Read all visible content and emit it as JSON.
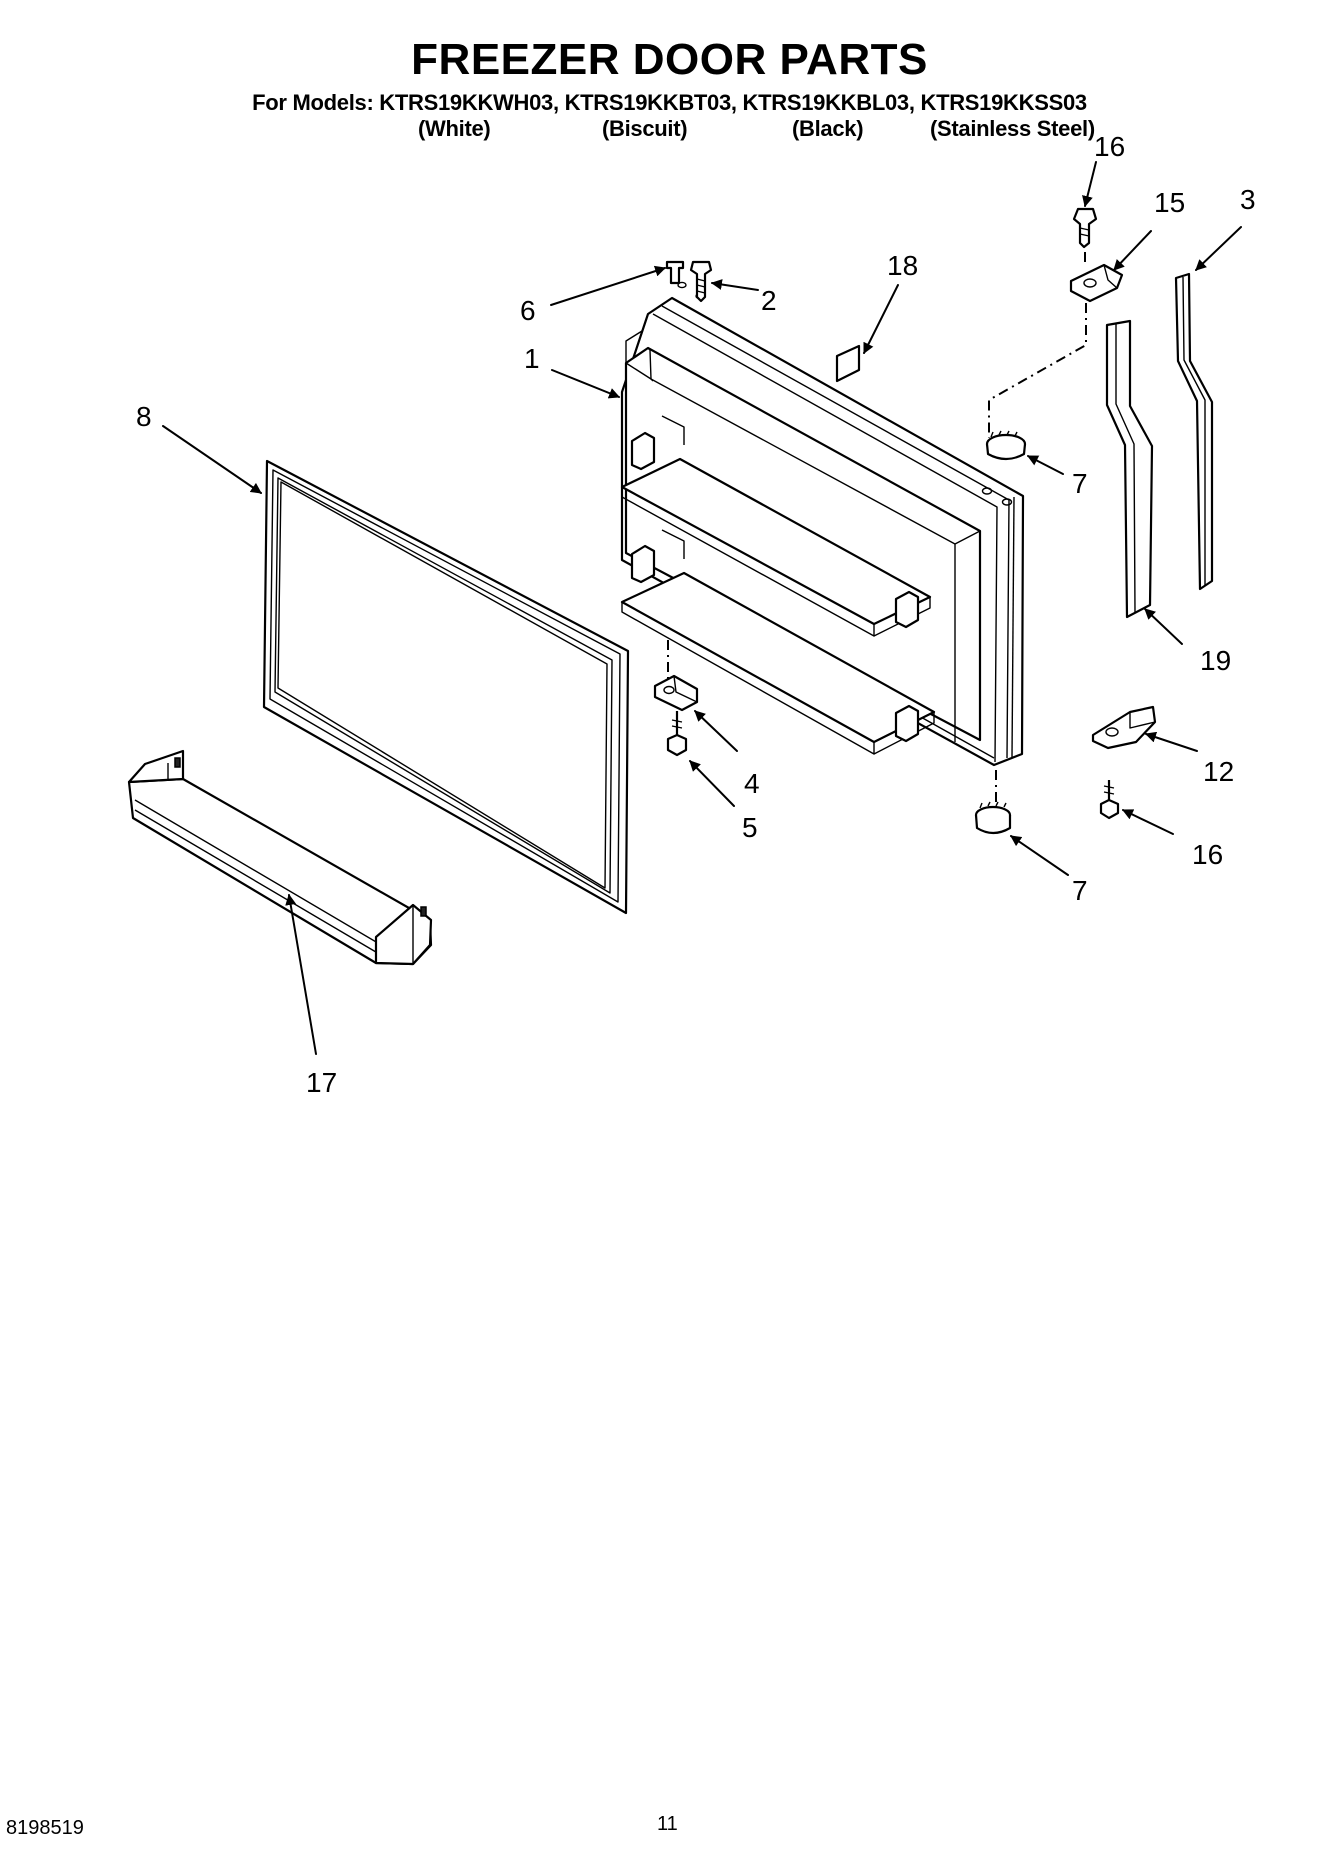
{
  "header": {
    "title": "FREEZER DOOR PARTS",
    "models_line": "For Models: KTRS19KKWH03, KTRS19KKBT03, KTRS19KKBL03, KTRS19KKSS03",
    "colors": [
      "(White)",
      "(Biscuit)",
      "(Black)",
      "(Stainless Steel)"
    ]
  },
  "callouts": [
    "16",
    "15",
    "3",
    "18",
    "6",
    "2",
    "1",
    "8",
    "7",
    "19",
    "4",
    "5",
    "12",
    "16",
    "7",
    "17"
  ],
  "footer": {
    "doc_number": "8198519",
    "page_number": "11"
  }
}
